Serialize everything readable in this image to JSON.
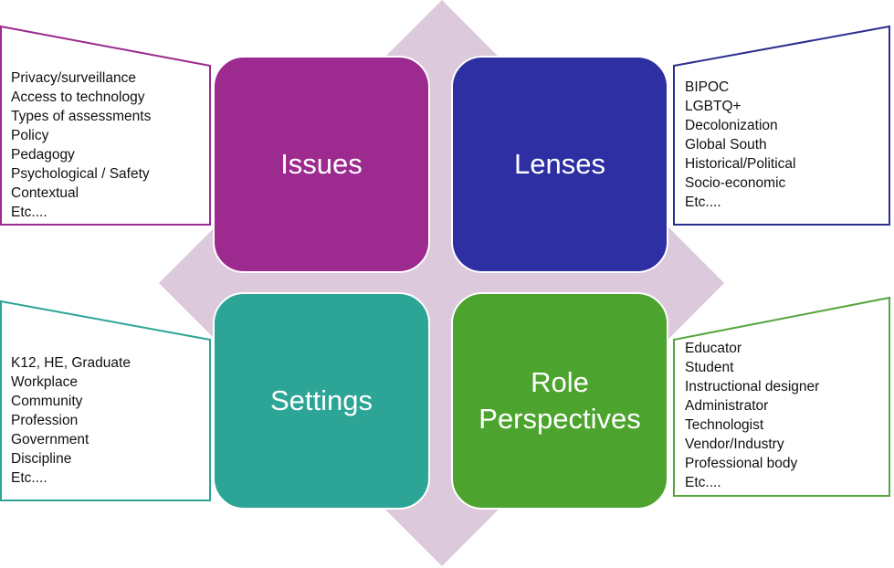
{
  "colors": {
    "diamond": "#dcc9db",
    "issues": "#9c2a8f",
    "lenses": "#2d2fa2",
    "settings": "#2ca597",
    "roles": "#4ca42f",
    "issues_outline": "#9c2a8f",
    "lenses_outline": "#2d2f8e",
    "settings_outline": "#2ca597",
    "roles_outline": "#55a63e"
  },
  "quadrants": {
    "issues": {
      "title": "Issues",
      "items": [
        "Privacy/surveillance",
        "Access to technology",
        "Types of assessments",
        "Policy",
        "Pedagogy",
        "Psychological / Safety",
        "Contextual",
        "Etc...."
      ]
    },
    "lenses": {
      "title": "Lenses",
      "items": [
        "BIPOC",
        "LGBTQ+",
        "Decolonization",
        "Global South",
        "Historical/Political",
        "Socio-economic",
        "Etc...."
      ]
    },
    "settings": {
      "title": "Settings",
      "items": [
        "K12, HE, Graduate",
        "Workplace",
        "Community",
        "Profession",
        "Government",
        "Discipline",
        "Etc...."
      ]
    },
    "roles": {
      "title": "Role\nPerspectives",
      "items": [
        "Educator",
        "Student",
        "Instructional designer",
        "Administrator",
        "Technologist",
        "Vendor/Industry",
        "Professional body",
        "Etc...."
      ]
    }
  }
}
